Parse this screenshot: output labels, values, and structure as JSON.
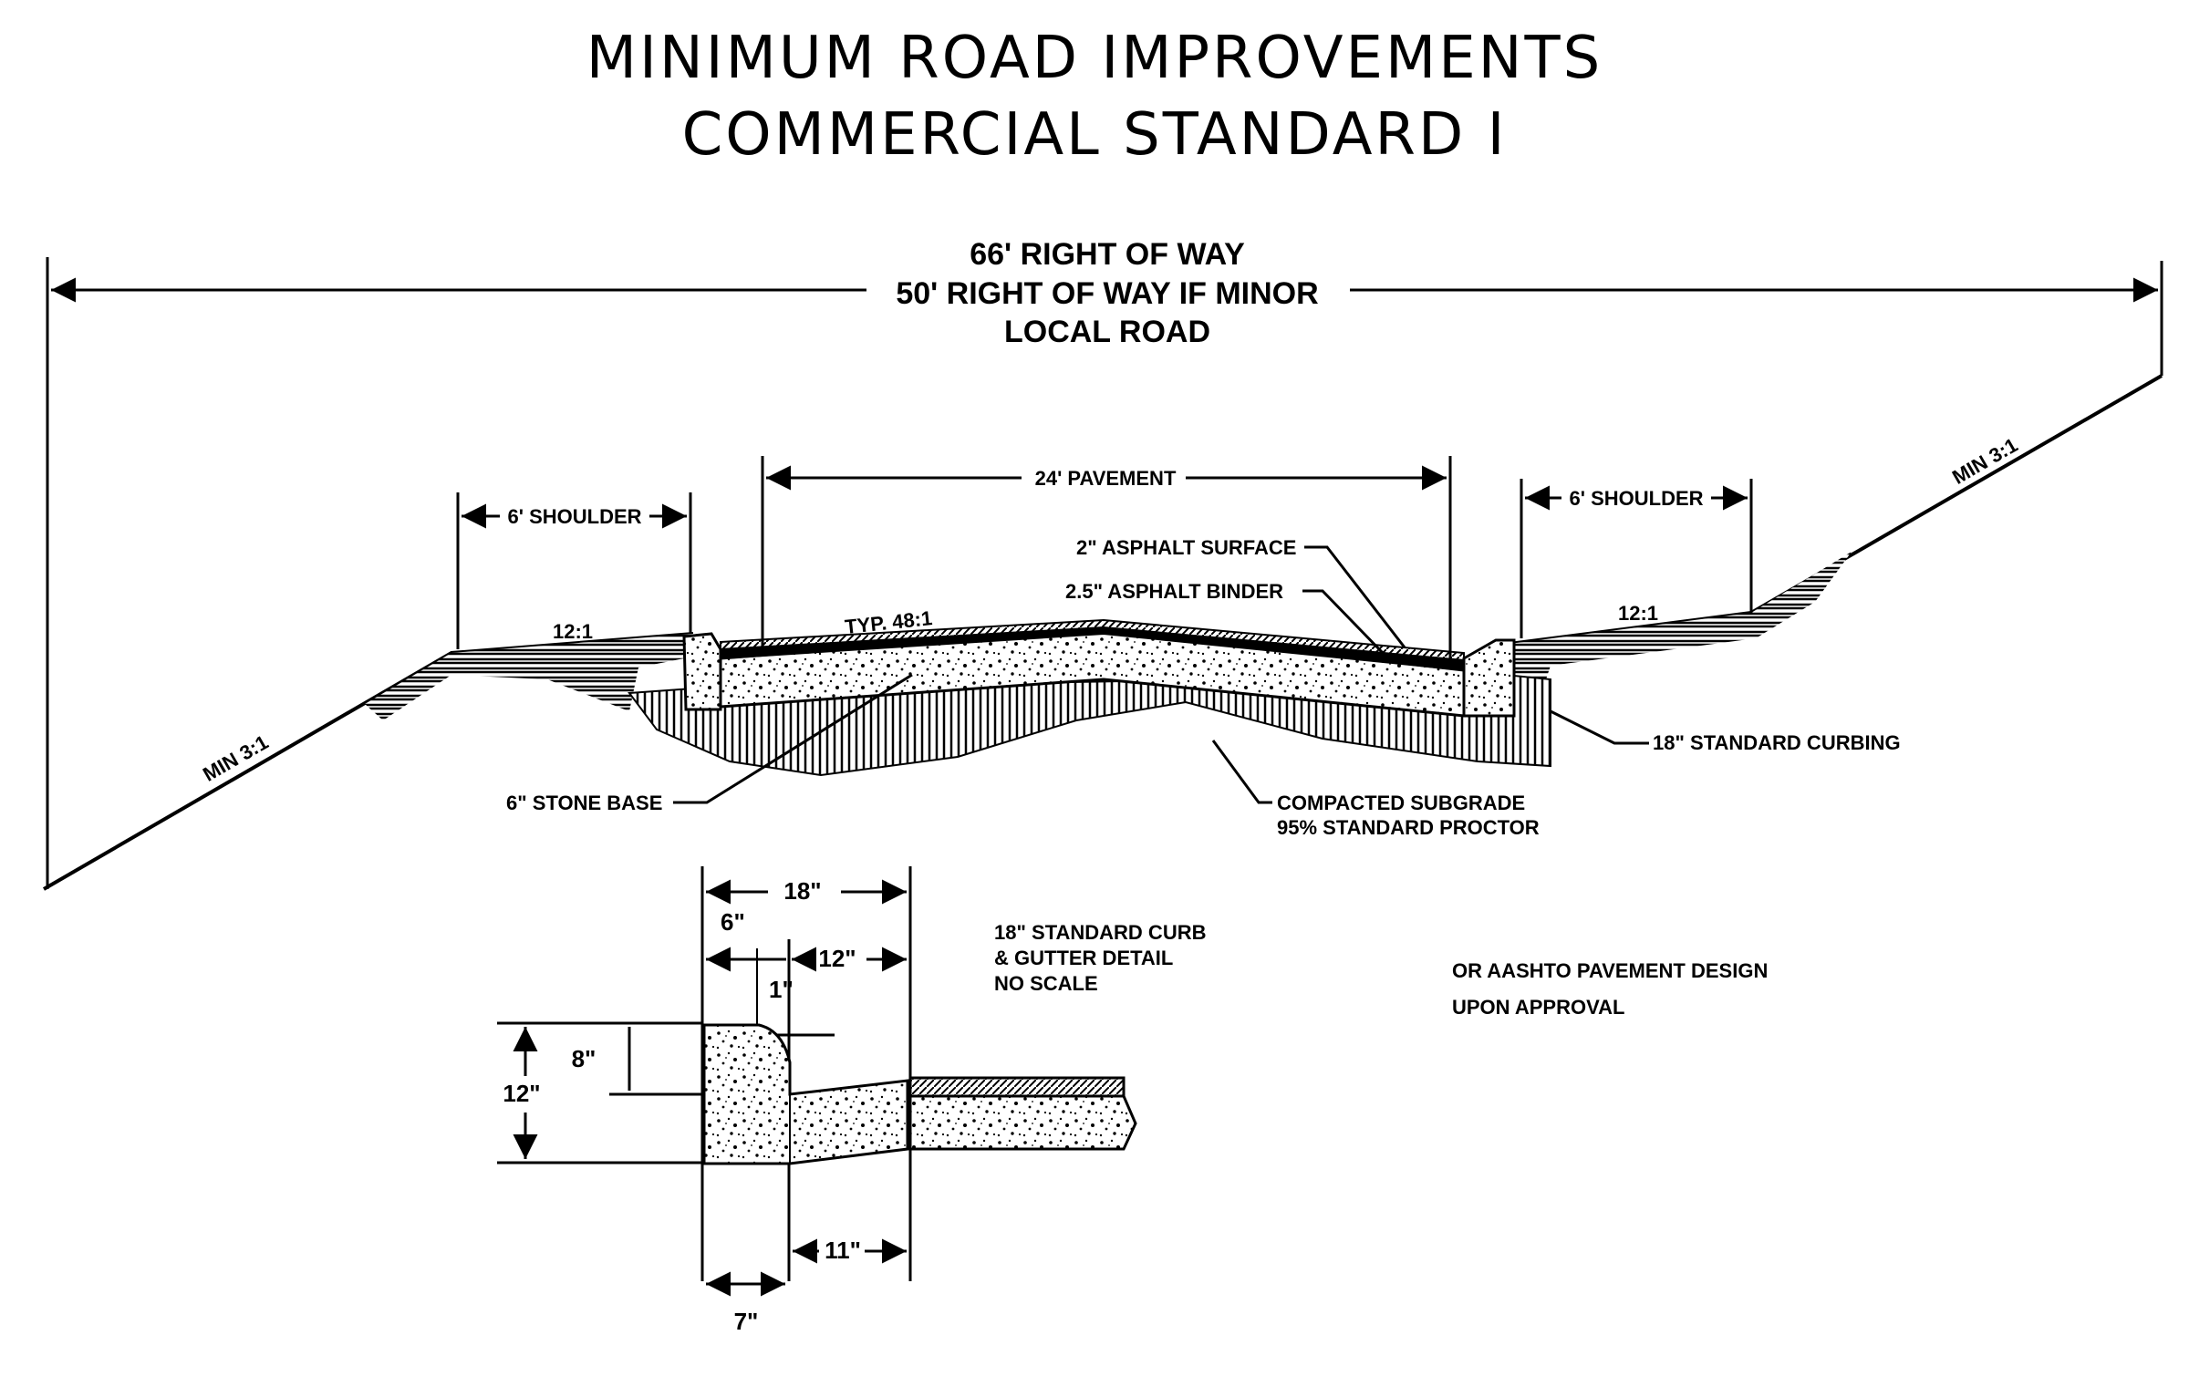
{
  "title": {
    "line1": "MINIMUM ROAD IMPROVEMENTS",
    "line2": "COMMERCIAL STANDARD I"
  },
  "row": {
    "line1": "66' RIGHT OF WAY",
    "line2": "50' RIGHT OF WAY IF MINOR",
    "line3": "LOCAL ROAD"
  },
  "cross_section": {
    "pavement": "24' PAVEMENT",
    "shoulder_left": "6' SHOULDER",
    "shoulder_right": "6' SHOULDER",
    "slope_shoulder_left": "12:1",
    "slope_shoulder_right": "12:1",
    "slope_typ": "TYP.  48:1",
    "slope_side_left": "MIN 3:1",
    "slope_side_right": "MIN  3:1",
    "asphalt_surface": "2\" ASPHALT SURFACE",
    "asphalt_binder": "2.5\" ASPHALT BINDER",
    "curbing": "18\" STANDARD CURBING",
    "stone_base": "6\" STONE BASE",
    "subgrade_line1": "COMPACTED SUBGRADE",
    "subgrade_line2": "95% STANDARD PROCTOR"
  },
  "curb_detail": {
    "title_line1": "18\" STANDARD CURB",
    "title_line2": "& GUTTER DETAIL",
    "title_line3": "NO SCALE",
    "dim_18": "18\"",
    "dim_6": "6\"",
    "dim_12_top": "12\"",
    "dim_1": "1\"",
    "dim_8": "8\"",
    "dim_12_side": "12\"",
    "dim_11": "11\"",
    "dim_7": "7\""
  },
  "note": {
    "line1": "OR AASHTO PAVEMENT DESIGN",
    "line2": "UPON APPROVAL"
  }
}
